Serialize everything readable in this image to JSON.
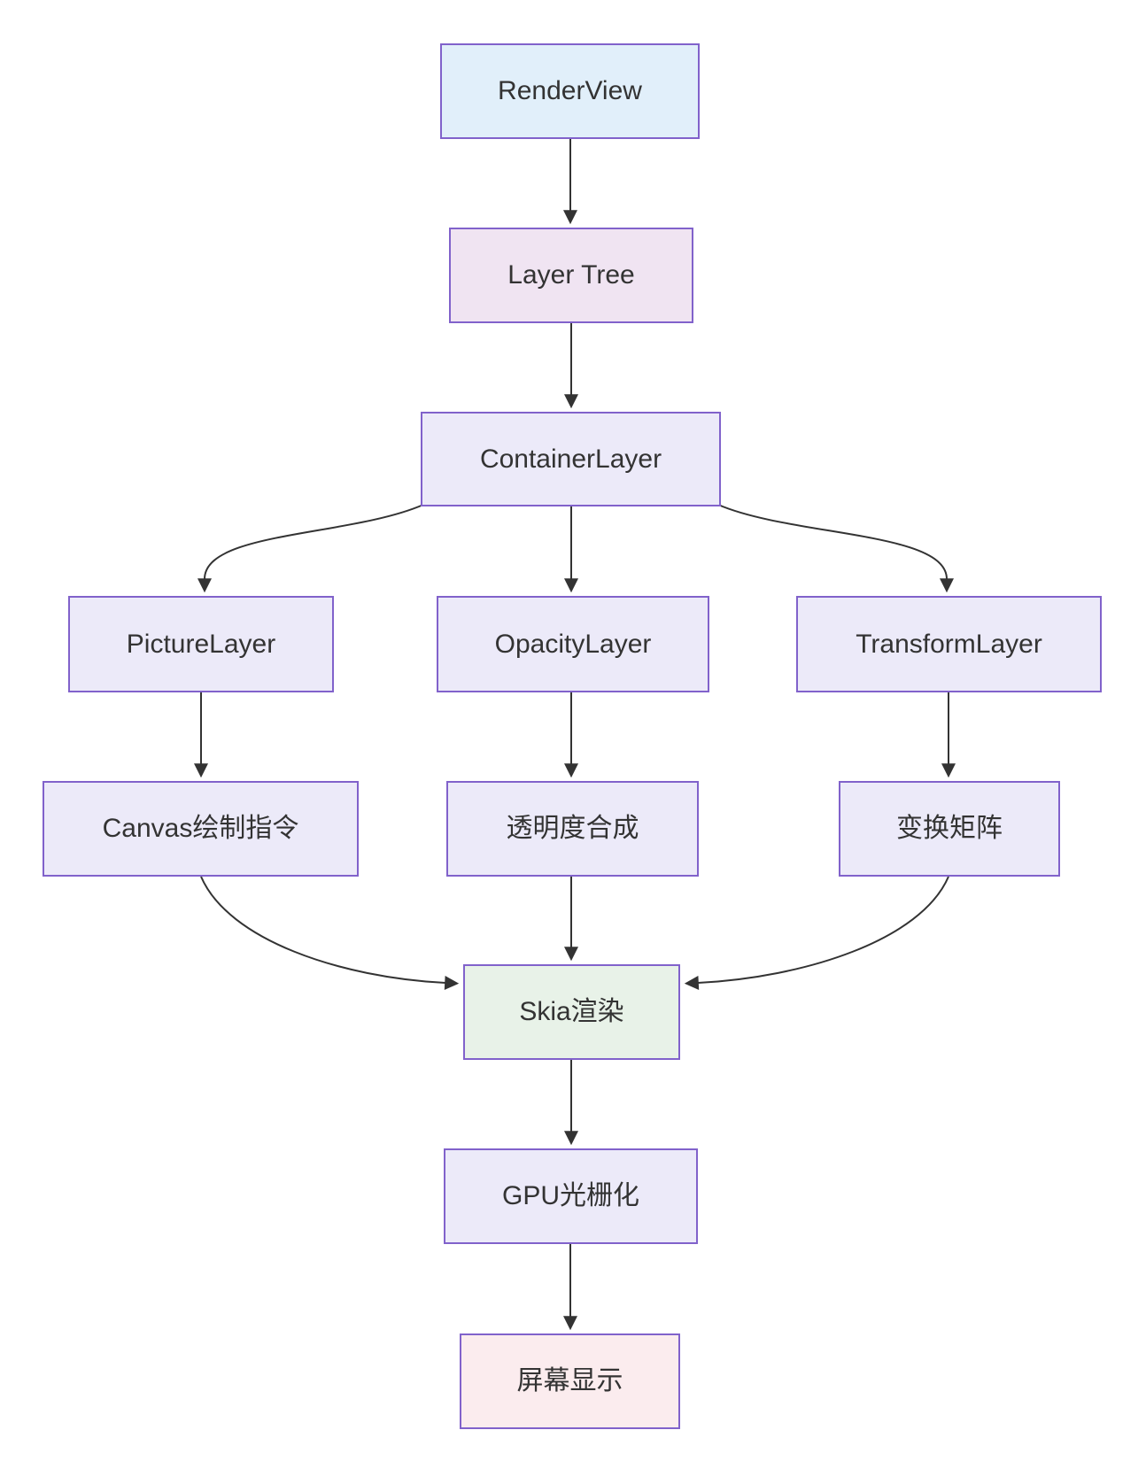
{
  "diagram": {
    "type": "flowchart",
    "direction": "top-down",
    "colors": {
      "background": "#ffffff",
      "node_border": "#8162cb",
      "edge": "#333333",
      "text": "#333333",
      "fill_default": "#eceaf9",
      "fill_blue": "#e1effa",
      "fill_pink_lavender": "#f0e4f2",
      "fill_green": "#e8f2e8",
      "fill_pink": "#fbecee"
    },
    "nodes": [
      {
        "id": "renderview",
        "label": "RenderView",
        "fill": "#e1effa"
      },
      {
        "id": "layertree",
        "label": "Layer Tree",
        "fill": "#f0e4f2"
      },
      {
        "id": "containerlayer",
        "label": "ContainerLayer",
        "fill": "#eceaf9"
      },
      {
        "id": "picturelayer",
        "label": "PictureLayer",
        "fill": "#eceaf9"
      },
      {
        "id": "opacitylayer",
        "label": "OpacityLayer",
        "fill": "#eceaf9"
      },
      {
        "id": "transformlayer",
        "label": "TransformLayer",
        "fill": "#eceaf9"
      },
      {
        "id": "canvascmd",
        "label": "Canvas绘制指令",
        "fill": "#eceaf9"
      },
      {
        "id": "opacitycomp",
        "label": "透明度合成",
        "fill": "#eceaf9"
      },
      {
        "id": "matrix",
        "label": "变换矩阵",
        "fill": "#eceaf9"
      },
      {
        "id": "skia",
        "label": "Skia渲染",
        "fill": "#e8f2e8"
      },
      {
        "id": "gpu",
        "label": "GPU光栅化",
        "fill": "#eceaf9"
      },
      {
        "id": "screen",
        "label": "屏幕显示",
        "fill": "#fbecee"
      }
    ],
    "edges": [
      {
        "from": "RenderView",
        "to": "Layer Tree"
      },
      {
        "from": "Layer Tree",
        "to": "ContainerLayer"
      },
      {
        "from": "ContainerLayer",
        "to": "PictureLayer"
      },
      {
        "from": "ContainerLayer",
        "to": "OpacityLayer"
      },
      {
        "from": "ContainerLayer",
        "to": "TransformLayer"
      },
      {
        "from": "PictureLayer",
        "to": "Canvas绘制指令"
      },
      {
        "from": "OpacityLayer",
        "to": "透明度合成"
      },
      {
        "from": "TransformLayer",
        "to": "变换矩阵"
      },
      {
        "from": "Canvas绘制指令",
        "to": "Skia渲染"
      },
      {
        "from": "透明度合成",
        "to": "Skia渲染"
      },
      {
        "from": "变换矩阵",
        "to": "Skia渲染"
      },
      {
        "from": "Skia渲染",
        "to": "GPU光栅化"
      },
      {
        "from": "GPU光栅化",
        "to": "屏幕显示"
      }
    ]
  }
}
